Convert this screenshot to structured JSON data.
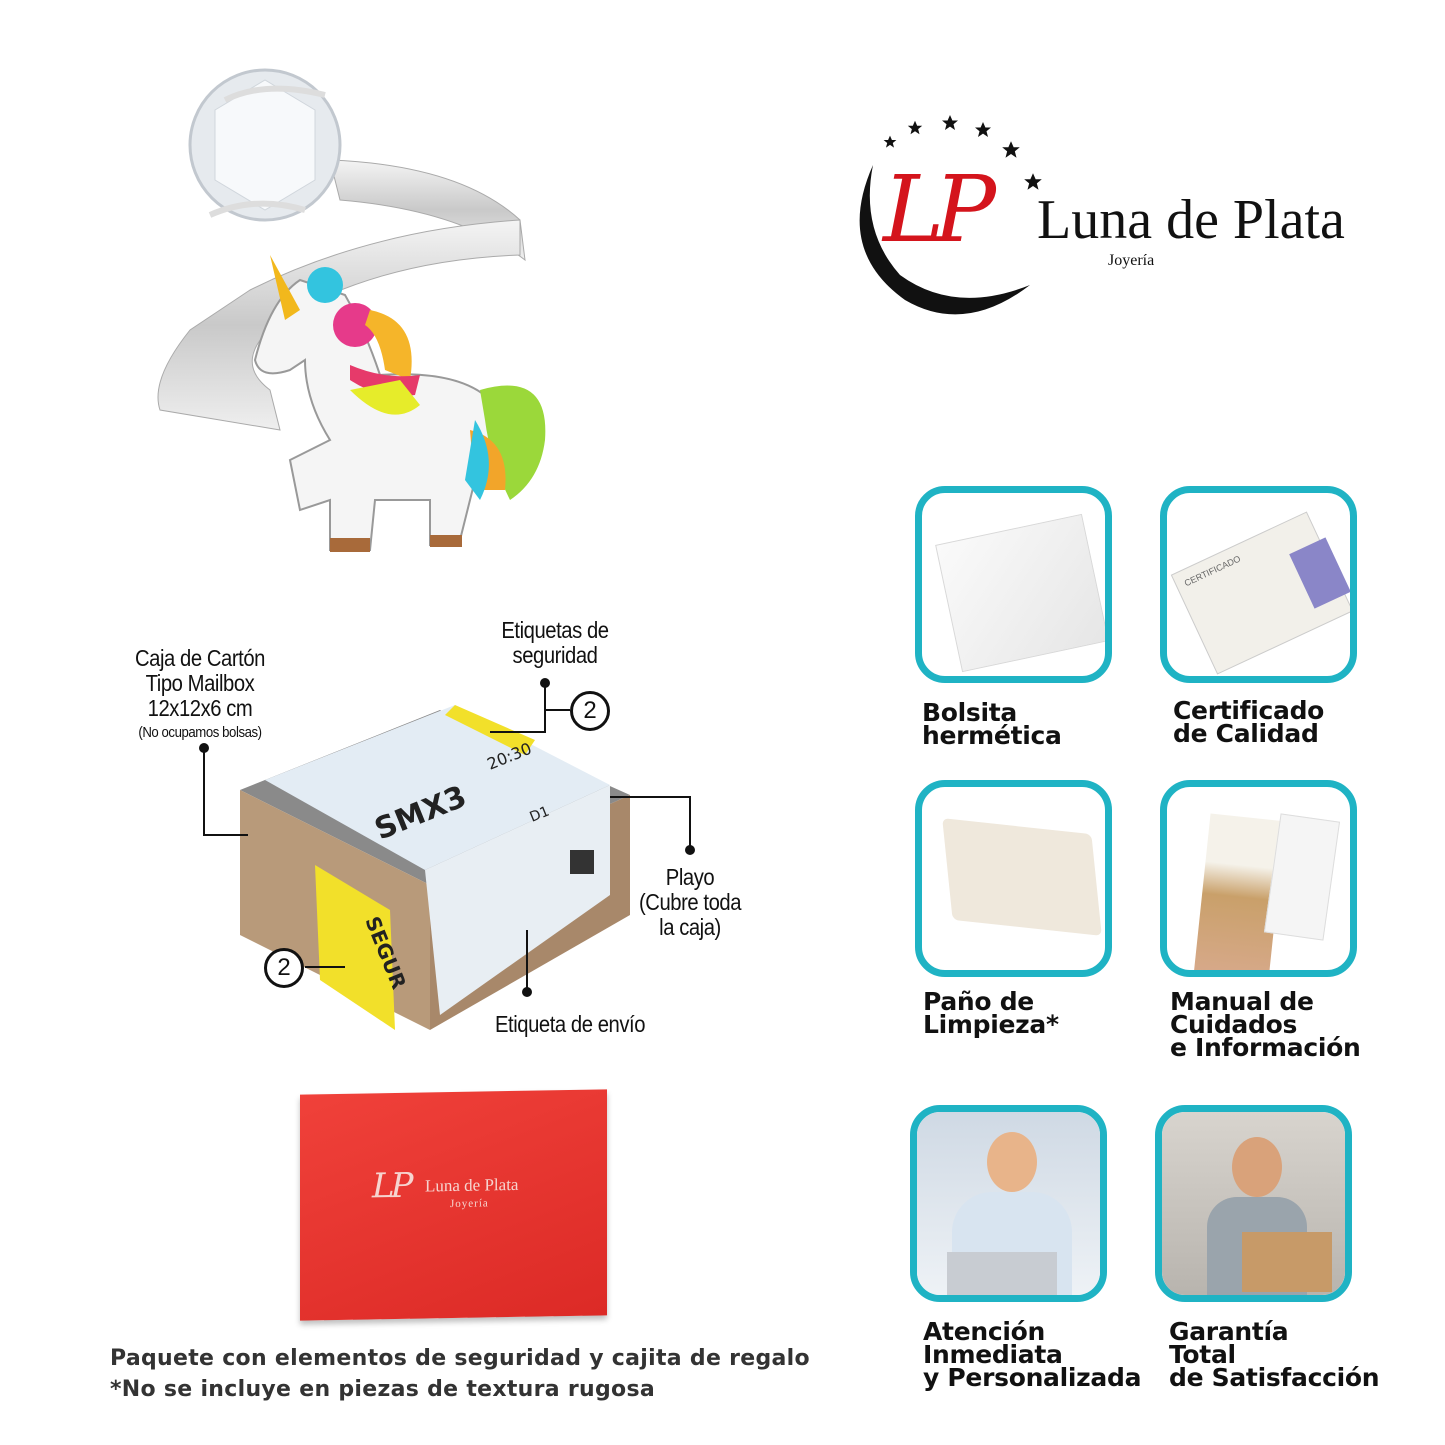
{
  "logo": {
    "brand": "Luna de Plata",
    "subtitle": "Joyería",
    "monogram": "LP"
  },
  "box_diagram": {
    "box_label": [
      "Caja de Cartón",
      "Tipo Mailbox",
      "12x12x6 cm"
    ],
    "box_note": "(No ocupamos bolsas)",
    "security_label": [
      "Etiquetas de",
      "seguridad"
    ],
    "security_count_top": "2",
    "security_count_side": "2",
    "wrap_label": [
      "Playo",
      "(Cubre toda",
      "la caja)"
    ],
    "shipping_label": "Etiqueta de envío",
    "parcel_code": "SMX3",
    "parcel_time": "20:30",
    "parcel_route": "D1",
    "sticker_text": "SEGUR"
  },
  "gift_box": {
    "brand": "Luna de Plata",
    "subtitle": "Joyería"
  },
  "features": [
    {
      "lines": [
        "Bolsita",
        "hermética"
      ],
      "icon": "zip-bag-icon"
    },
    {
      "lines": [
        "Certificado",
        "de Calidad"
      ],
      "icon": "certificate-icon",
      "image_text": "CERTIFICADO"
    },
    {
      "lines": [
        "Paño de",
        "Limpieza*"
      ],
      "icon": "cleaning-cloth-icon"
    },
    {
      "lines": [
        "Manual de",
        "Cuidados",
        "e Información"
      ],
      "icon": "manual-icon"
    },
    {
      "lines": [
        "Atención",
        "Inmediata",
        "y Personalizada"
      ],
      "icon": "support-agent-icon"
    },
    {
      "lines": [
        "Garantía",
        "Total",
        "de Satisfacción"
      ],
      "icon": "happy-customer-icon"
    }
  ],
  "footer": {
    "line1": "Paquete con elementos de seguridad y cajita de regalo",
    "line2": "*No se incluye en piezas de textura rugosa"
  },
  "colors": {
    "accent": "#1fb3c4",
    "brand_red": "#d4141c",
    "gift_red": "#e8302e"
  }
}
